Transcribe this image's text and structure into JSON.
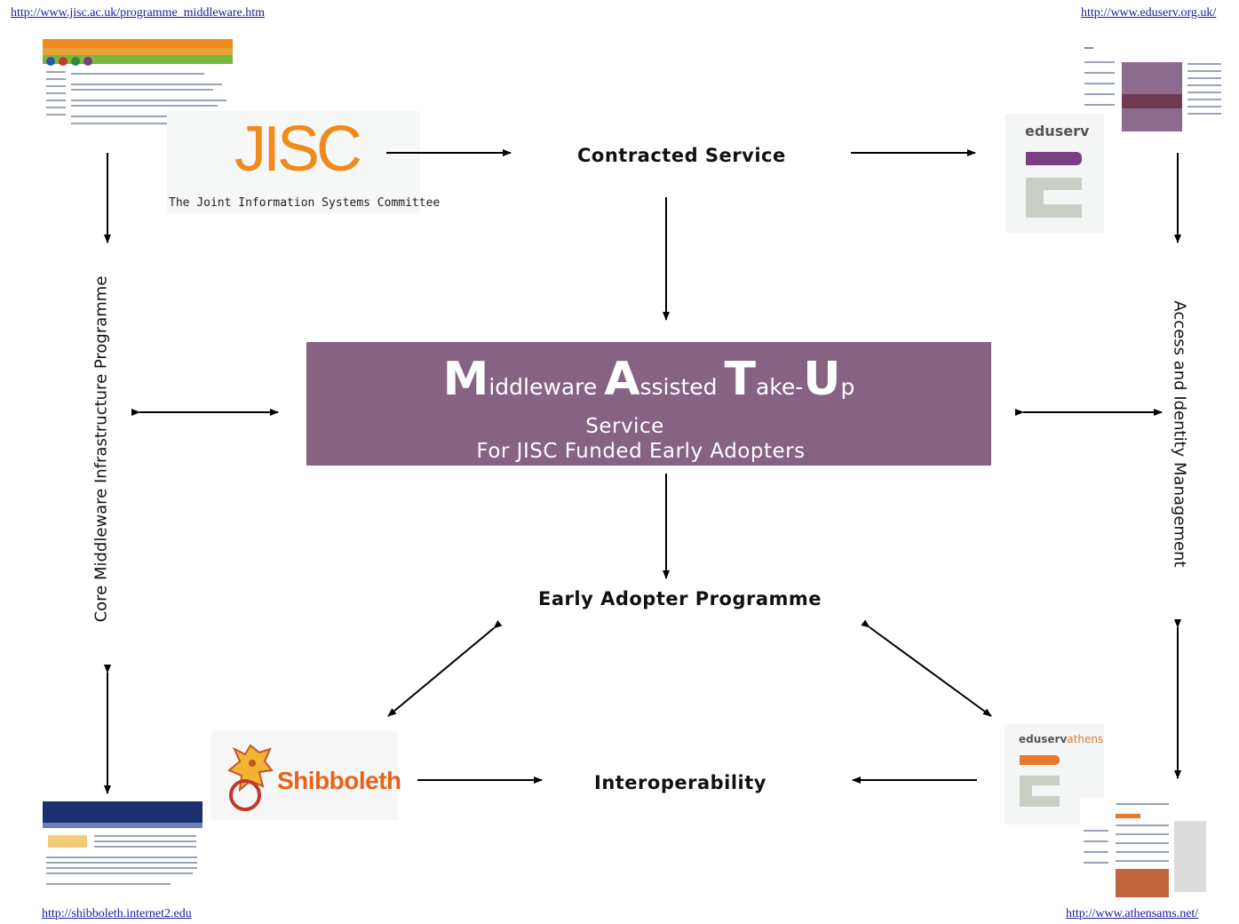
{
  "urls": {
    "jisc": "http://www.jisc.ac.uk/programme_middleware.htm",
    "eduserv": "http://www.eduserv.org.uk/",
    "shibboleth": "http://shibboleth.internet2.edu",
    "athens": "http://www.athensams.net/"
  },
  "logos": {
    "jisc_letters": "JISC",
    "jisc_caption": "The Joint Information Systems Committee",
    "eduserv": "eduserv",
    "eduserv_athens_prefix": "eduserv",
    "eduserv_athens_suffix": "athens",
    "shibboleth": "Shibboleth"
  },
  "nodes": {
    "contracted_service": "Contracted Service",
    "early_adopter": "Early Adopter Programme",
    "interoperability": "Interoperability",
    "core_middleware": "Core Middleware Infrastructure Programme",
    "access_identity": "Access and Identity Management"
  },
  "matu": {
    "m_initial": "M",
    "m_rest": "iddleware ",
    "a_initial": "A",
    "a_rest": "ssisted ",
    "t_initial": "T",
    "t_rest": "ake-",
    "u_initial": "U",
    "u_rest": "p",
    "line2": "Service",
    "line3": "For JISC Funded Early Adopters"
  },
  "colors": {
    "matu_fill": "#876282",
    "jisc_orange": "#f08a1c",
    "eduserv_purple": "#7a3e82",
    "athens_orange": "#e8782a",
    "link_blue": "#1a1aa6"
  }
}
